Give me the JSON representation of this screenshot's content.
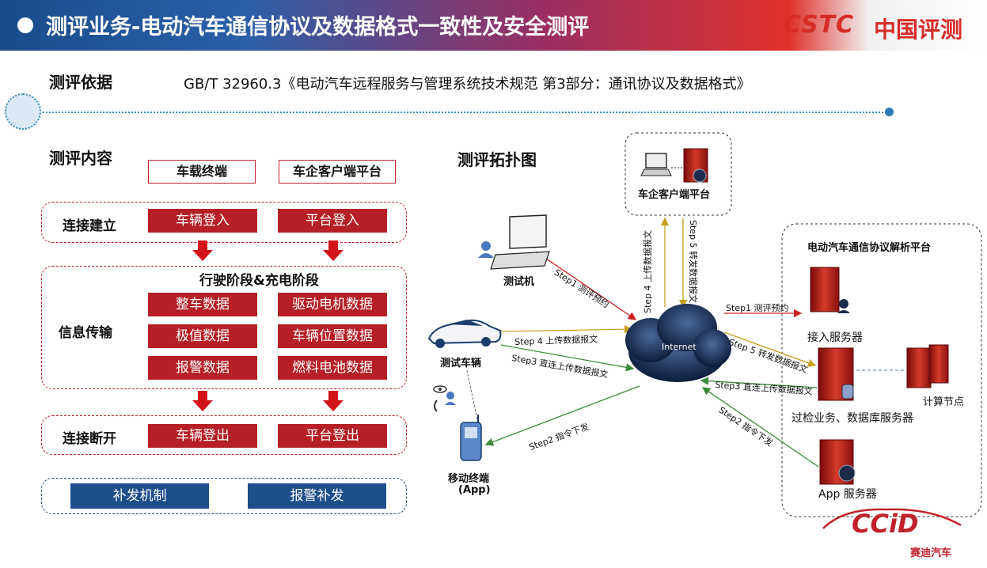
{
  "header": {
    "title": "测评业务-电动汽车通信协议及数据格式一致性及安全测评",
    "logo_en": "CSTC",
    "logo_cn": "中国评测"
  },
  "basis": {
    "label": "测评依据",
    "text": "GB/T 32960.3《电动汽车远程服务与管理系统技术规范  第3部分：通讯协议及数据格式》"
  },
  "content": {
    "title": "测评内容",
    "col_headers": [
      "车载终端",
      "车企客户端平台"
    ],
    "connect": {
      "label": "连接建立",
      "items": [
        "车辆登入",
        "平台登入"
      ]
    },
    "stage": "行驶阶段&充电阶段",
    "transfer": {
      "label": "信息传输",
      "items": [
        "整车数据",
        "驱动电机数据",
        "极值数据",
        "车辆位置数据",
        "报警数据",
        "燃料电池数据"
      ]
    },
    "disconnect": {
      "label": "连接断开",
      "items": [
        "车辆登出",
        "平台登出"
      ]
    },
    "extra": [
      "补发机制",
      "报警补发"
    ]
  },
  "topology": {
    "title": "测评拓扑图",
    "nodes": {
      "client_platform": "车企客户端平台",
      "tester": "测试机",
      "vehicle": "测试车辆",
      "mobile_l1": "移动终端",
      "mobile_l2": "(App)",
      "internet": "Internet",
      "parse_platform": "电动汽车通信协议解析平台",
      "access_server": "接入服务器",
      "db_server": "过检业务、数据库服务器",
      "compute": "计算节点",
      "app_server": "App 服务器"
    },
    "edges": {
      "s1_tester": "Step1 测评预约",
      "s4_up_vertical": "Step 4 上传数据报文",
      "s5_forward_vertical": "Step 5 转发数据报文",
      "s4_vehicle": "Step 4 上传数据报文",
      "s3_vehicle": "Step3 直连上传数据报文",
      "s2_mobile": "Step2 指令下发",
      "s1_access": "Step1 测评预约",
      "s5_db": "Step 5 转发数据报文",
      "s3_db": "Step3 直连上传数据报文",
      "s2_app": "Step2 指令下发"
    }
  },
  "brand": {
    "logo": "CCiD",
    "text": "赛迪汽车"
  },
  "colors": {
    "red": "#b51f25",
    "navy": "#1f4e8c",
    "accent": "#3a8fc4"
  }
}
